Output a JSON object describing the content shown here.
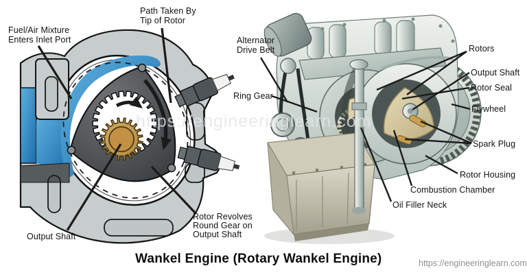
{
  "page": {
    "title": "Wankel Engine (Rotary Wankel Engine)",
    "site_url": "https://engineeringlearn.com",
    "watermark": "https://engineeringlearn.com"
  },
  "left_diagram": {
    "name": "Wankel rotary engine cross-section schematic",
    "labels": {
      "fuel_air": "Fuel/Air Mixture\nEnters Inlet Port",
      "path_taken": "Path Taken By\nTip of Rotor",
      "output_shaft": "Output Shaft",
      "rotor_revolves": "Rotor Revolves\nRound Gear on\nOutput Shaft"
    }
  },
  "right_diagram": {
    "name": "Wankel engine cutaway illustration",
    "labels": {
      "alternator_drive_belt": "Alternator\nDrive Belt",
      "ring_gear": "Ring Gear",
      "rotors": "Rotors",
      "output_shaft": "Output Shaft",
      "rotor_seal": "Rotor Seal",
      "flywheel": "Flywheel",
      "spark_plug": "Spark Plug",
      "rotor_housing": "Rotor Housing",
      "combustion_chamber": "Combustion Chamber",
      "oil_filler_neck": "Oil Filler Neck"
    }
  },
  "colors": {
    "intake_blue": "#2b7fc2",
    "intake_blue_dark": "#1d6aa8",
    "rotor_gray": "#474a4c",
    "gear_gold": "#c79b4e",
    "housing_gray": "#c7cccc",
    "engine_light": "#e7ebe6",
    "engine_mid": "#c2cdc8",
    "engine_dark": "#8da09d",
    "rotor_beige": "#d8cba4",
    "label_color": "#121212",
    "url_gray": "#909090"
  }
}
